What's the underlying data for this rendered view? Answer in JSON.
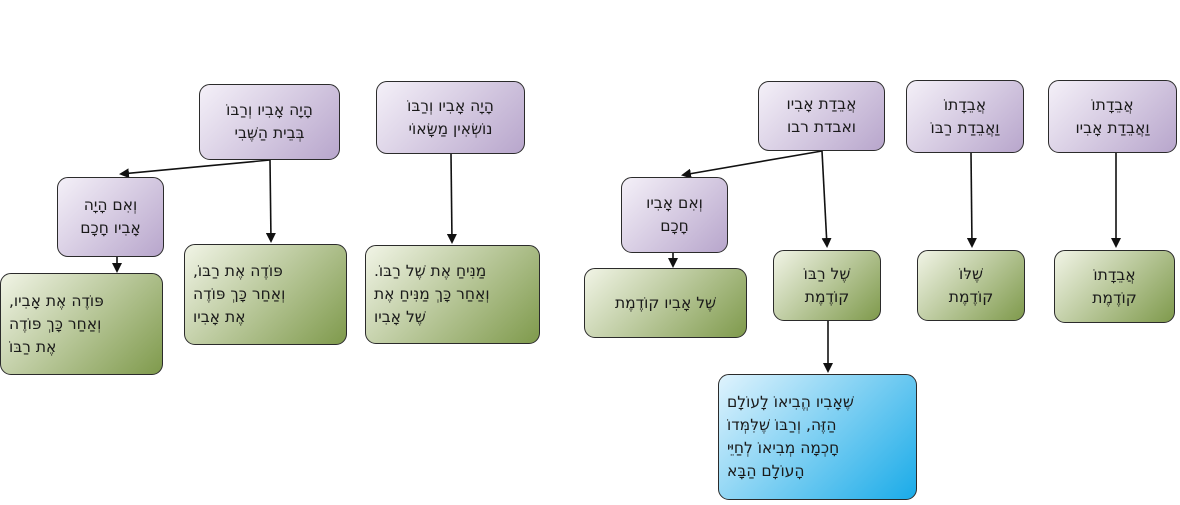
{
  "diagram": {
    "nodes": {
      "n1": {
        "lines": [
          "אֲבֵדָתוֹ",
          "וַאֲבֵדַת אָבִיו"
        ],
        "color": "purple"
      },
      "n2": {
        "lines": [
          "אֲבֵדָתוֹ",
          "וַאֲבֵדַת רַבּוֹ"
        ],
        "color": "purple"
      },
      "n3": {
        "lines": [
          "אֲבֵדַת אָבִיו",
          "ואבדת רבו"
        ],
        "color": "purple"
      },
      "n4": {
        "lines": [
          "אֲבֵדָתוֹ",
          "קוֹדֶמֶת"
        ],
        "color": "green"
      },
      "n5": {
        "lines": [
          "שֶׁלּוֹ",
          "קוֹדֶמֶת"
        ],
        "color": "green"
      },
      "n6": {
        "lines": [
          "שֶׁל רַבּוֹ",
          "קוֹדֶמֶת"
        ],
        "color": "green"
      },
      "n7": {
        "lines": [
          "וְאִם אָבִיו",
          "חָכָם"
        ],
        "color": "purple"
      },
      "n8": {
        "lines": [
          "שֶׁל אָבִיו קוֹדֶמֶת"
        ],
        "color": "green"
      },
      "n9": {
        "lines": [
          "שֶׁאָבִיו הֱבִיאוֹ לָעוֹלָם",
          "הַזֶּה, וְרַבּוֹ שֶׁלִּמְּדוֹ",
          "חָכְמָה מְבִיאוֹ לְחַיֵּי",
          "הָעוֹלָם הַבָּא"
        ],
        "color": "blue"
      },
      "n10": {
        "lines": [
          "הָיָה אָבִיו וְרַבּוֹ",
          "נוֹשְׂאִין מַשָּׂאוֹי"
        ],
        "color": "purple"
      },
      "n11": {
        "lines": [
          "הָיָה אָבִיו וְרַבּוֹ",
          "בְּבֵית הַשֶּׁבִי"
        ],
        "color": "purple"
      },
      "n12": {
        "lines": [
          "מַנִּיחַ אֶת שֶׁל רַבּוֹ.",
          "וְאַחַר כָּךְ מַנִּיחַ אֶת",
          "שֶׁל אָבִיו"
        ],
        "color": "green"
      },
      "n13": {
        "lines": [
          "וְאִם הָיָה",
          "אָבִיו חָכָם"
        ],
        "color": "purple"
      },
      "n14": {
        "lines": [
          "פּוֹדֶה אֶת רַבּוֹ,",
          "וְאַחַר כָּךְ פּוֹדֶה",
          "אֶת אָבִיו"
        ],
        "color": "green"
      },
      "n15": {
        "lines": [
          "פּוֹדֶה אֶת אָבִיו,",
          "וְאַחַר כָּךְ פּוֹדֶה",
          "אֶת רַבּוֹ"
        ],
        "color": "green"
      }
    },
    "edges": [
      {
        "from": "n1",
        "to": "n4"
      },
      {
        "from": "n2",
        "to": "n5"
      },
      {
        "from": "n3",
        "to": "n6"
      },
      {
        "from": "n3",
        "to": "n7"
      },
      {
        "from": "n7",
        "to": "n8"
      },
      {
        "from": "n6",
        "to": "n9"
      },
      {
        "from": "n10",
        "to": "n12"
      },
      {
        "from": "n11",
        "to": "n14"
      },
      {
        "from": "n11",
        "to": "n13"
      },
      {
        "from": "n13",
        "to": "n15"
      }
    ]
  }
}
